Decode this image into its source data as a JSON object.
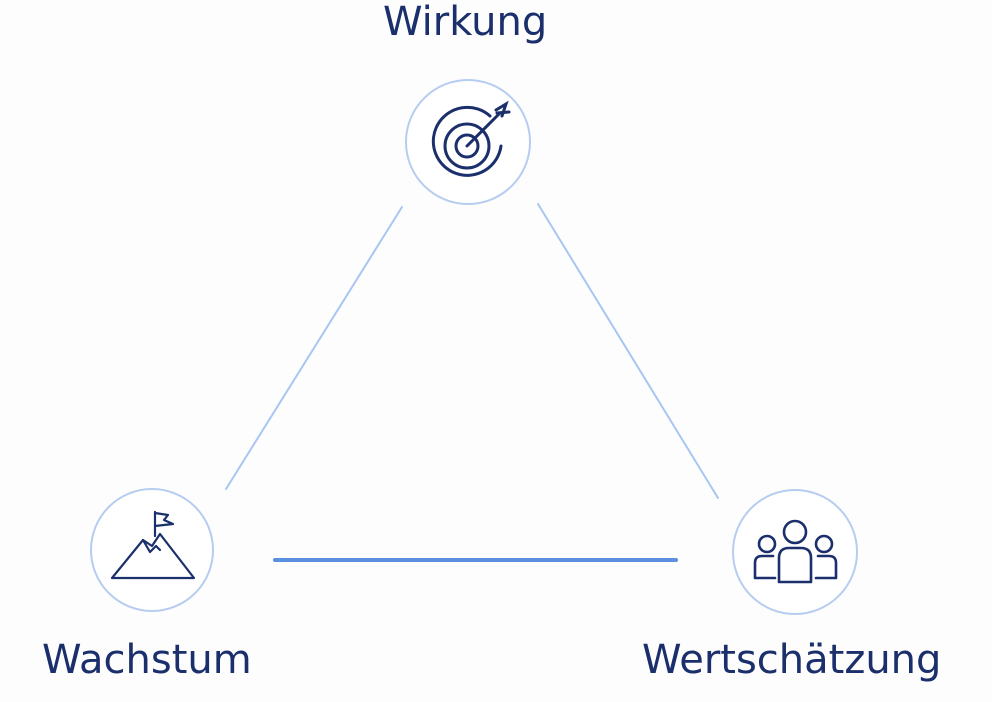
{
  "nodes": {
    "top": {
      "label": "Wirkung",
      "icon": "target-icon"
    },
    "left": {
      "label": "Wachstum",
      "icon": "mountain-flag-icon"
    },
    "right": {
      "label": "Wertschätzung",
      "icon": "people-group-icon"
    }
  },
  "colors": {
    "text": "#1a2f6b",
    "icon": "#1a2f6b",
    "line_light": "#a9c6f0",
    "line_strong": "#5b8fe0",
    "circle_stroke": "#b6cdf0",
    "circle_fill": "#ffffff"
  }
}
